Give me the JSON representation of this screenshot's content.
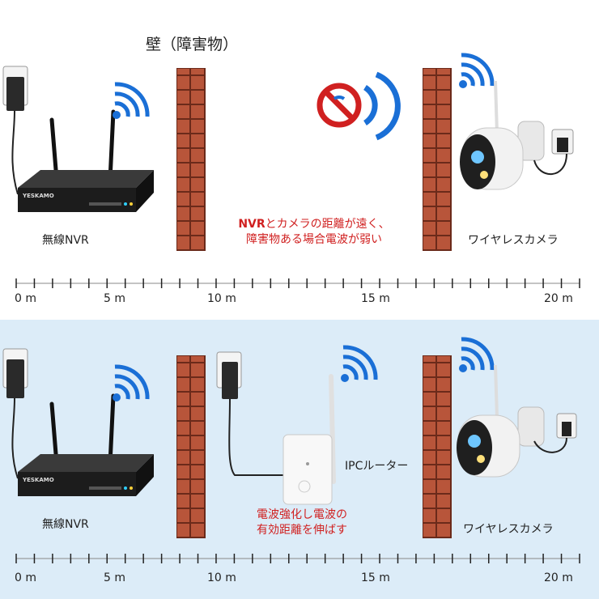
{
  "top": {
    "obstacle_label": "壁（障害物）",
    "nvr_label": "無線NVR",
    "nvr_brand": "YESKAMO",
    "camera_label": "ワイヤレスカメラ",
    "warning_prefix": "NVR",
    "warning_line1_rest": "とカメラの距離が遠く、",
    "warning_line2": "障害物ある場合電波が弱い",
    "scale": [
      "0 m",
      "5 m",
      "10 m",
      "15 m",
      "20 m"
    ]
  },
  "bottom": {
    "nvr_label": "無線NVR",
    "nvr_brand": "YESKAMO",
    "router_label": "IPCルーター",
    "camera_label": "ワイヤレスカメラ",
    "note_line1": "電波強化し電波の",
    "note_line2": "有効距離を伸ばす",
    "scale": [
      "0 m",
      "5 m",
      "10 m",
      "15 m",
      "20 m"
    ]
  },
  "colors": {
    "signal": "#1a6fd6",
    "warning": "#d02020",
    "brick": "#b8553a",
    "bottom_bg": "#dcecf8"
  }
}
